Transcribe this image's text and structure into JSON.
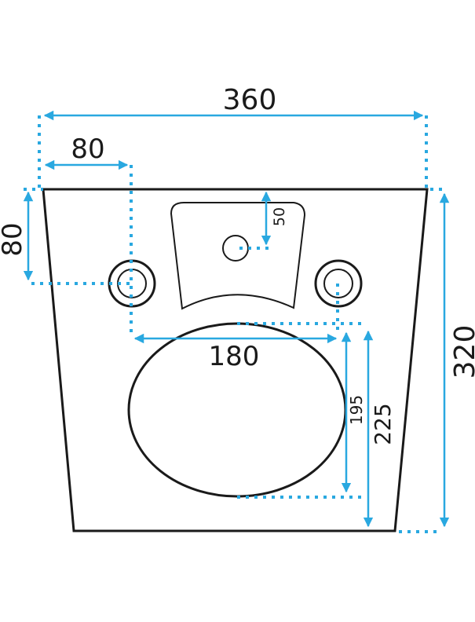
{
  "title": "Toilet dimensions drawing",
  "accent_color": "#29a8e0",
  "dimensions": {
    "total_width": "360",
    "inlet_offset_horizontal": "80",
    "inlet_offset_vertical": "80",
    "hole_spacing": "180",
    "tank_hole_offset": "50",
    "bowl_opening_depth": "195",
    "bowl_outer_depth": "225",
    "total_depth": "320"
  }
}
